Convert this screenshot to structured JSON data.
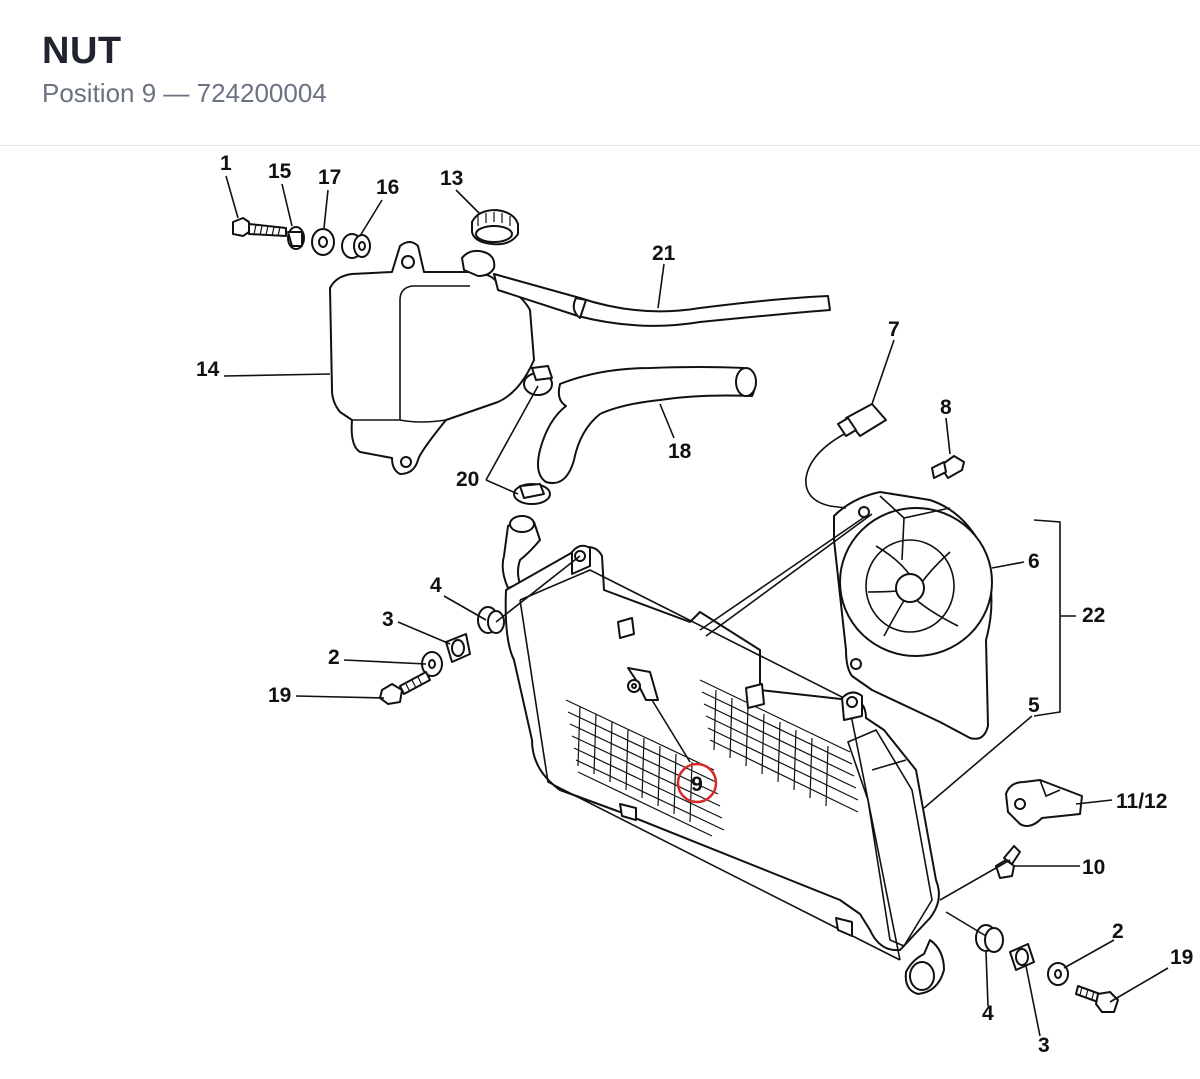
{
  "header": {
    "title": "NUT",
    "subtitle": "Position 9 — 724200004"
  },
  "highlight": {
    "color": "#d42a2a",
    "label": "9"
  },
  "callouts": {
    "c1": "1",
    "c15": "15",
    "c17": "17",
    "c16": "16",
    "c13": "13",
    "c21": "21",
    "c14": "14",
    "c7": "7",
    "c8": "8",
    "c18": "18",
    "c20": "20",
    "c6": "6",
    "c22": "22",
    "c4a": "4",
    "c3a": "3",
    "c2a": "2",
    "c19a": "19",
    "c5": "5",
    "c11_12": "11/12",
    "c10": "10",
    "c2b": "2",
    "c19b": "19",
    "c4b": "4",
    "c3b": "3"
  }
}
